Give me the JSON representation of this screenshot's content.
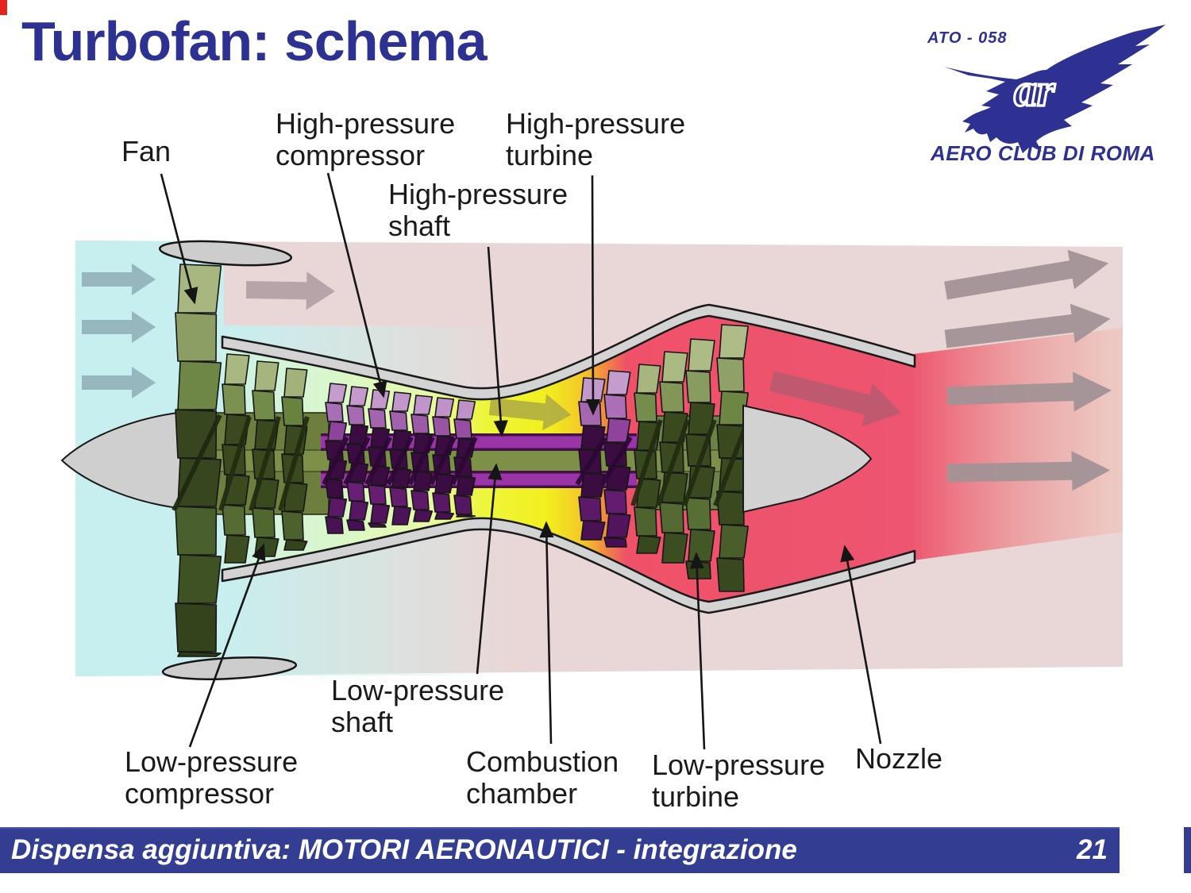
{
  "slide": {
    "title": "Turbofan: schema",
    "footer": "Dispensa aggiuntiva: MOTORI AERONAUTICI - integrazione",
    "page_number": "21"
  },
  "logo": {
    "code": "ATO - 058",
    "org": "AERO CLUB DI ROMA",
    "monogram": "ar",
    "brand_color": "#2e3192"
  },
  "diagram": {
    "labels": {
      "fan": "Fan",
      "hp_compressor": "High-pressure\ncompressor",
      "hp_turbine": "High-pressure\nturbine",
      "hp_shaft": "High-pressure\nshaft",
      "lp_shaft": "Low-pressure\nshaft",
      "lp_compressor": "Low-pressure\ncompressor",
      "combustion_chamber": "Combustion\nchamber",
      "lp_turbine": "Low-pressure\nturbine",
      "nozzle": "Nozzle"
    }
  },
  "palette": {
    "accent_blue": "#2d3191",
    "footer_blue": "#333e93",
    "background_pink": "#e9d7d7",
    "intake_cyan": "#c5f0f0",
    "combustor_yellow": "#f2ef1e",
    "exhaust_red": "#ee5168",
    "casing_gray": "#d3d3d3",
    "shaft_olive": "#7d9048",
    "shaft_purple": "#9a35a8",
    "arrow_intake": "#93b3b9",
    "arrow_bypass": "#b3a1a5",
    "arrow_combustor": "#b0ad42",
    "arrow_core_exhaust": "#bb5a70",
    "arrow_exhaust": "#a29296",
    "leader_black": "#151515"
  }
}
